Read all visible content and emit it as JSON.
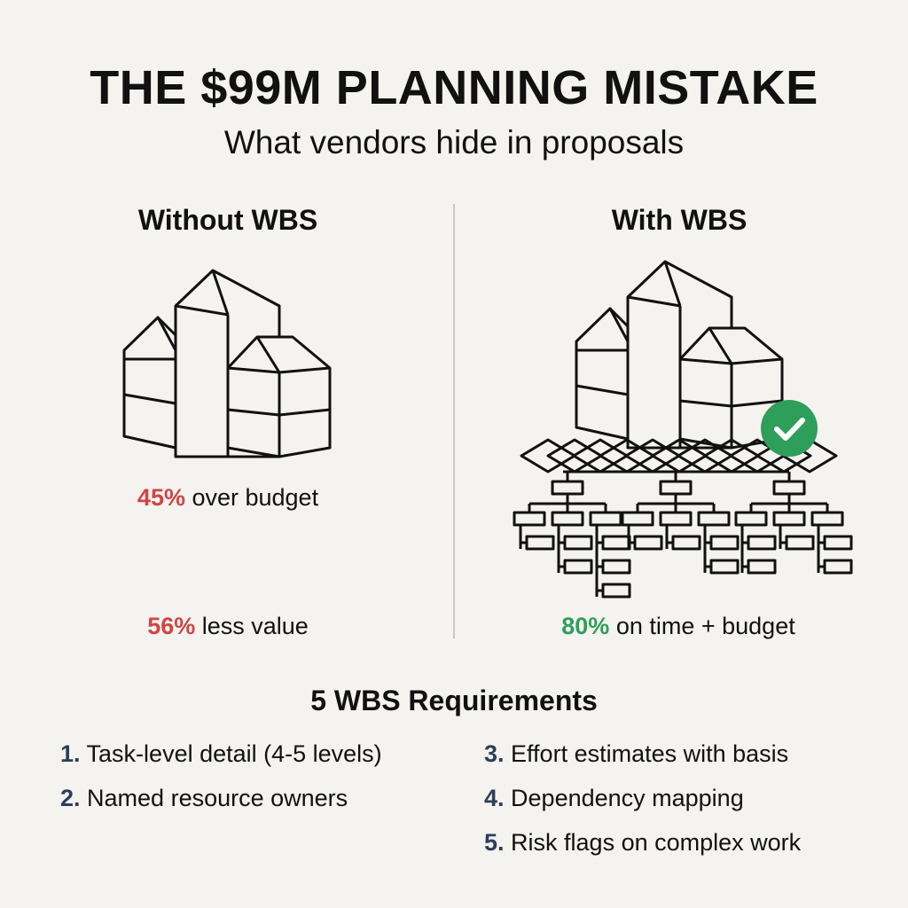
{
  "header": {
    "title": "THE $99M PLANNING MISTAKE",
    "subtitle": "What vendors hide in proposals"
  },
  "left": {
    "heading": "Without WBS",
    "stat1_value": "45%",
    "stat1_text": " over budget",
    "stat2_value": "56%",
    "stat2_text": " less value"
  },
  "right": {
    "heading": "With WBS",
    "stat_value": "80%",
    "stat_text": " on time + budget"
  },
  "requirements": {
    "heading": "5 WBS Requirements",
    "items": [
      {
        "num": "1.",
        "text": " Task-level detail (4-5 levels)"
      },
      {
        "num": "2.",
        "text": " Named resource owners"
      },
      {
        "num": "3.",
        "text": " Effort estimates with basis"
      },
      {
        "num": "4.",
        "text": " Dependency mapping"
      },
      {
        "num": "5.",
        "text": " Risk flags on complex work"
      }
    ]
  },
  "colors": {
    "negative": "#d04545",
    "positive": "#2e9e5b",
    "number": "#2c3e5a",
    "background": "#f4f3ef"
  }
}
